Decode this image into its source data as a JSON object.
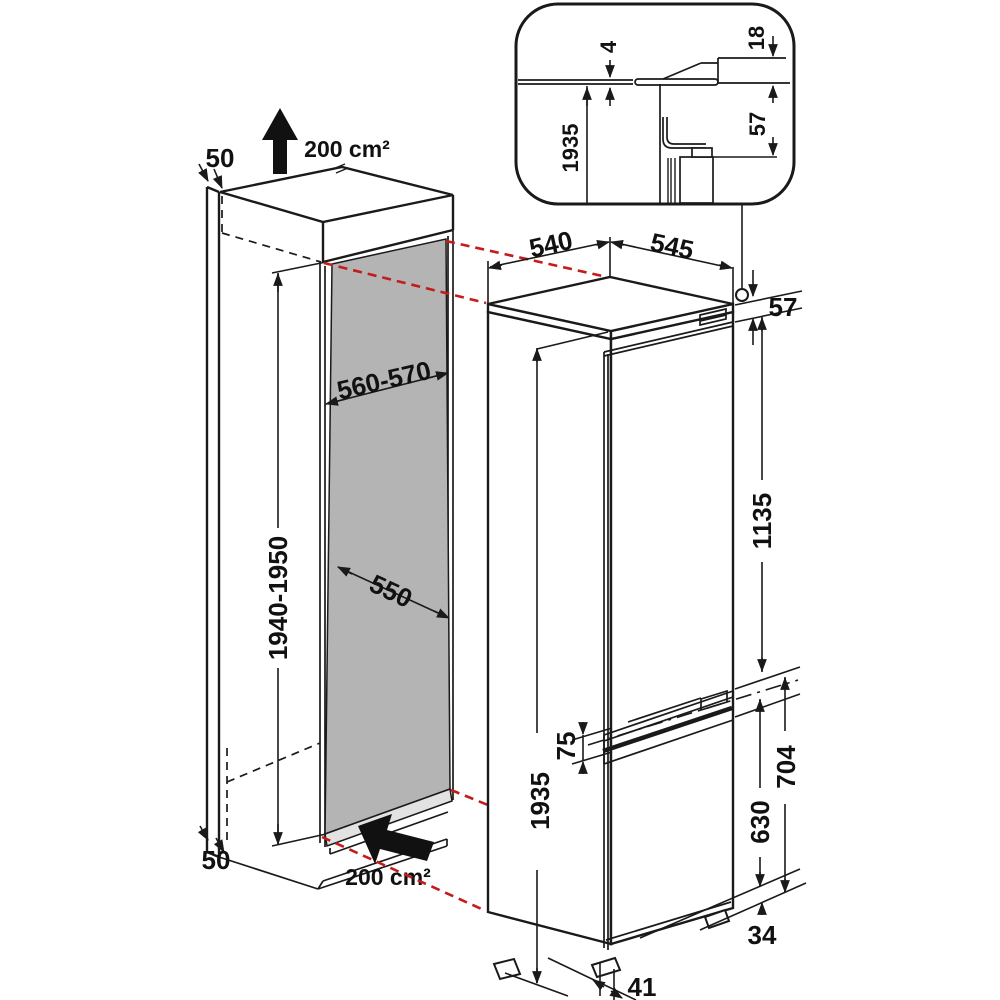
{
  "title": "Built-in fridge freezer installation dimension drawing",
  "colors": {
    "line": "#1a1a1a",
    "red_guides": "#c41b1b",
    "niche_back_panel": "#b4b4b4",
    "niche_floor": "#e2e2e2",
    "background": "#ffffff"
  },
  "inset": {
    "height_ref": "1935",
    "top_gap": "4",
    "worktop_overhang": "18",
    "top_clearance": "57"
  },
  "niche": {
    "side_gap_top": "50",
    "vent_area_top": "200 cm²",
    "width_range": "560-570",
    "depth": "550",
    "height_range": "1940-1950",
    "side_gap_bottom": "50",
    "vent_area_bottom": "200 cm²"
  },
  "appliance": {
    "width": "540",
    "depth": "545",
    "top_clearance": "57",
    "fridge_door_height": "1135",
    "door_gap": "75",
    "height": "1935",
    "freezer_door_height": "630",
    "freezer_section_height": "704",
    "plinth_offset": "34",
    "foot_inset": "41"
  }
}
